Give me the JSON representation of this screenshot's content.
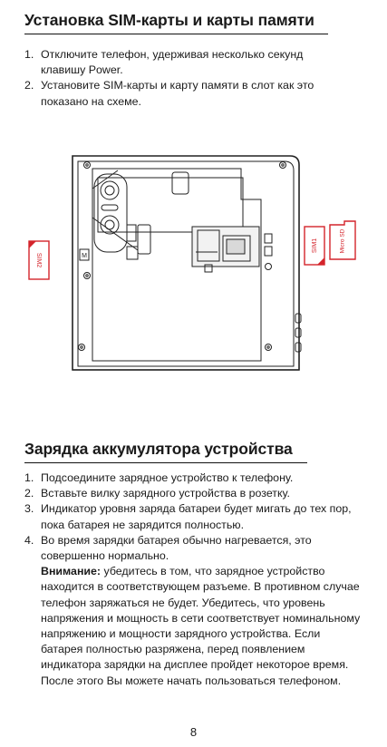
{
  "section1": {
    "title": "Установка SIM-карты и карты памяти",
    "steps": [
      {
        "n": "1.",
        "text": "Отключите телефон, удерживая несколько секунд клавишу Power."
      },
      {
        "n": "2.",
        "text": "Установите SIM-карты и карту памяти в слот как это показано на схеме."
      }
    ]
  },
  "diagram": {
    "sim2_label": "SIM2",
    "sim1_label": "SIM1",
    "microsd_label": "Micro SD",
    "mark_m": "M"
  },
  "section2": {
    "title": "Зарядка аккумулятора устройства",
    "steps": [
      {
        "n": "1.",
        "text": "Подсоедините зарядное устройство к телефону."
      },
      {
        "n": "2.",
        "text": "Вставьте вилку зарядного устройства в розетку."
      },
      {
        "n": "3.",
        "text": "Индикатор уровня заряда батареи будет мигать до тех пор, пока батарея не зарядится полностью."
      },
      {
        "n": "4.",
        "text": "Во время зарядки батарея обычно нагревается, это совершенно нормально."
      }
    ],
    "warning_label": "Внимание:",
    "warning_text": " убедитесь в том, что зарядное устройство находится в соответствующем разъеме. В противном случае телефон заряжаться не будет. Убедитесь, что уровень напряжения и мощность в сети соответствует номинальному напряжению и мощности зарядного устройства. Если батарея полностью разряжена, перед появлением индикатора зарядки на дисплее пройдет некоторое время. После этого Вы можете начать пользоваться телефоном."
  },
  "page_number": "8",
  "colors": {
    "sim_red": "#d4242b",
    "line": "#222222"
  }
}
